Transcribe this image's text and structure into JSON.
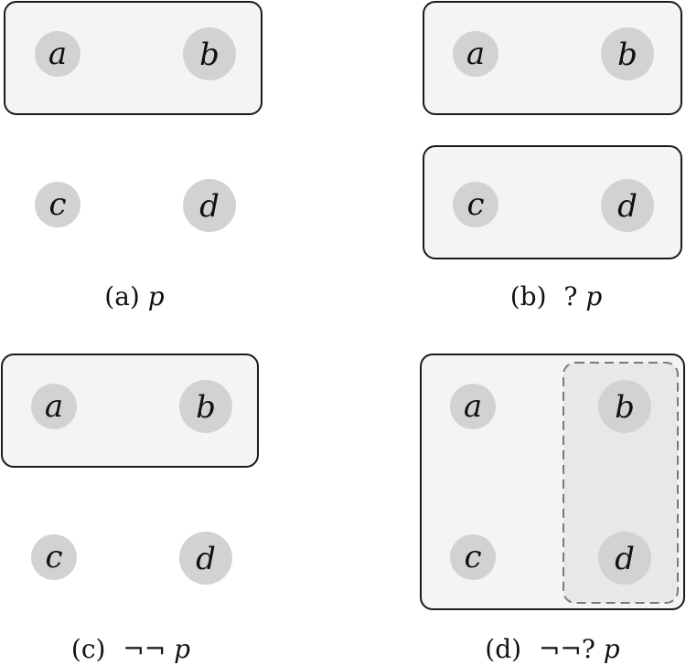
{
  "worlds": {
    "a": "a",
    "b": "b",
    "c": "c",
    "d": "d"
  },
  "panels": [
    {
      "tag": "(a)",
      "formula_prefix": "",
      "formula_var": "p"
    },
    {
      "tag": "(b)",
      "formula_prefix": "?",
      "formula_var": "p"
    },
    {
      "tag": "(c)",
      "formula_prefix": "¬¬",
      "formula_var": "p"
    },
    {
      "tag": "(d)",
      "formula_prefix": "¬¬?",
      "formula_var": "p"
    }
  ],
  "colors": {
    "box_fill": "#f4f4f4",
    "box_stroke": "#1a1a1a",
    "dashed_fill": "#e8e8e8",
    "dashed_stroke": "#7a7a7a",
    "world_fill": "#d2d2d2"
  }
}
